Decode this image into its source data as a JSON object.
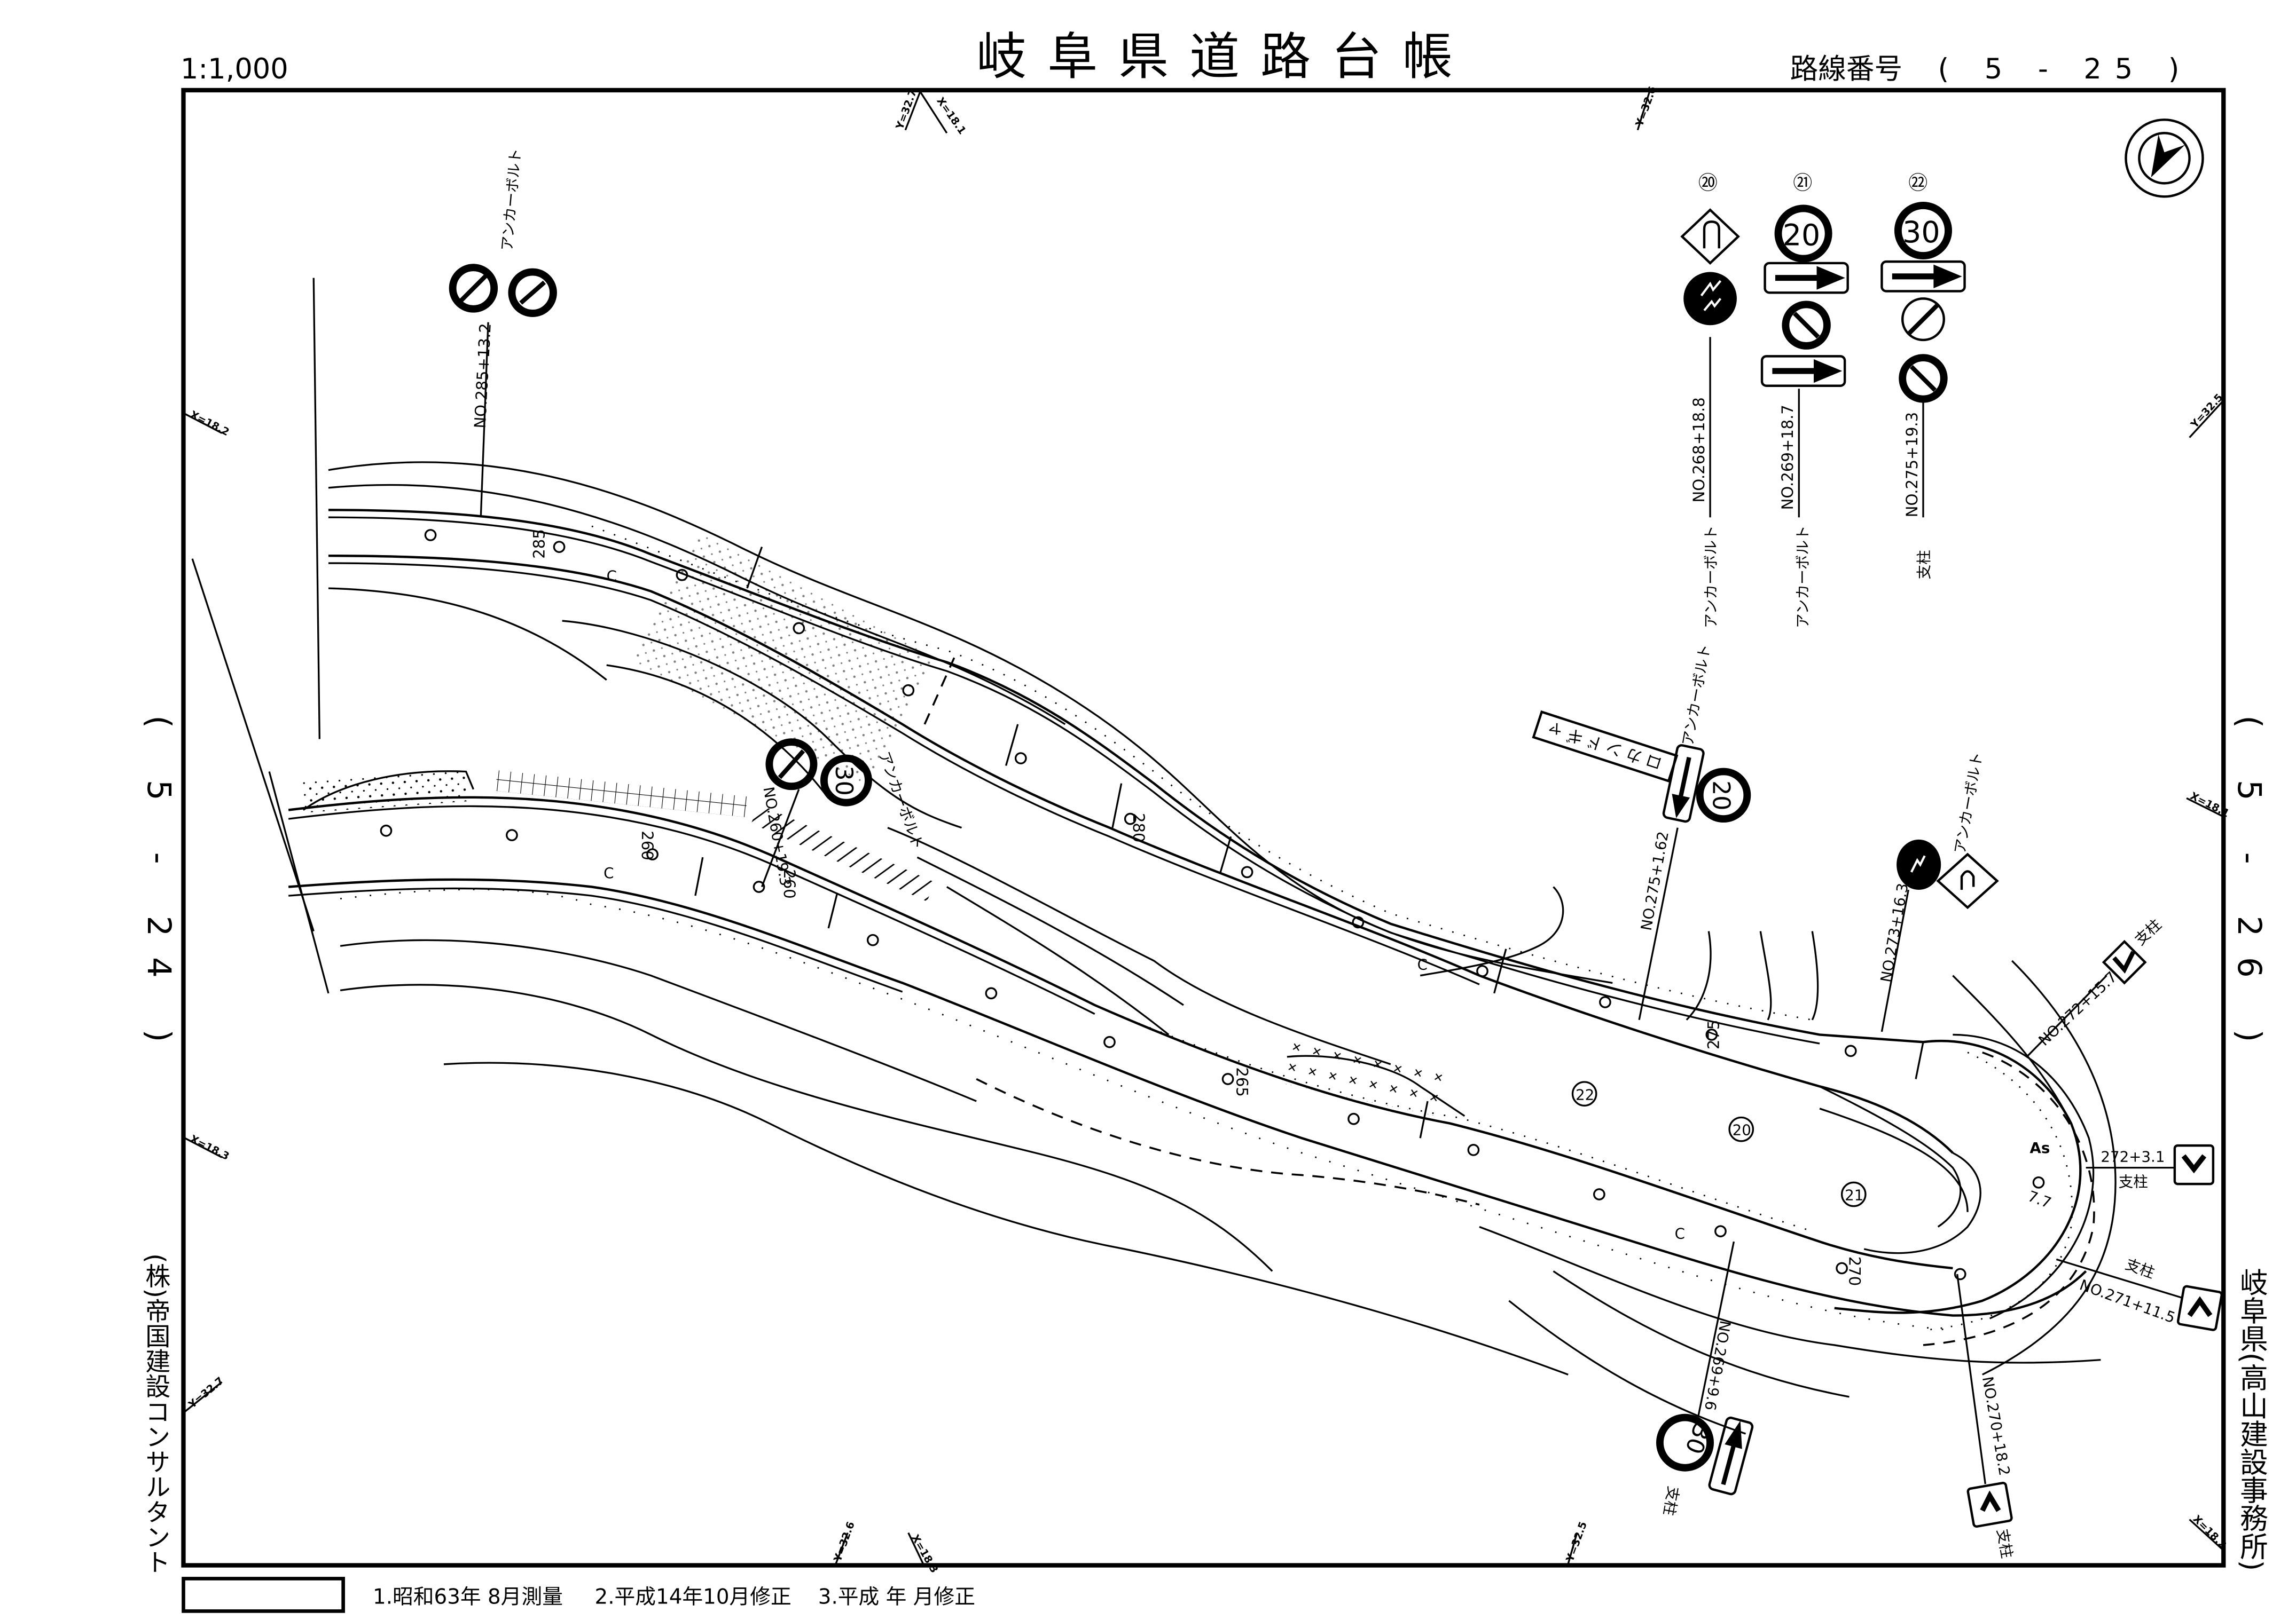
{
  "header": {
    "scale": "1:1,000",
    "title": "岐阜県道路台帳",
    "route_label": "路線番号",
    "route_number": "( 5 - 25 )"
  },
  "margins": {
    "left_adjacent": "( 5 - 24 )",
    "right_adjacent": "( 5 - 26 )",
    "left_company": "(株)帝国建設コンサルタント",
    "right_office": "岐阜県(高山建設事務所)"
  },
  "footer": {
    "revisions": [
      "1.昭和63年 8月測量",
      "2.平成14年10月修正",
      "3.平成 年 月修正"
    ]
  },
  "grid_markers": {
    "top": [
      "Y=32.7",
      "X=18.1",
      "Y=32.6"
    ],
    "left": [
      "X=18.2",
      "X=18.3",
      "Y=32.7"
    ],
    "right": [
      "Y=32.5",
      "X=18.1",
      "X=18.2"
    ],
    "bottom": [
      "Y=32.6",
      "X=18.3",
      "Y=32.5"
    ]
  },
  "legend_signs": [
    {
      "number": "⑳",
      "station": "NO.268+18.8",
      "mount": "アンカーボルト",
      "signs": [
        "u-turn-warning",
        "falling-rock-warning"
      ]
    },
    {
      "number": "㉑",
      "station": "NO.269+18.7",
      "mount": "アンカーボルト",
      "signs": [
        "speed-limit",
        "direction-plate",
        "no-overtaking",
        "direction-plate"
      ],
      "speed": "20"
    },
    {
      "number": "㉒",
      "station": "NO.275+19.3",
      "mount": "支柱",
      "signs": [
        "speed-limit",
        "direction-plate",
        "end-of-restriction",
        "no-overtaking"
      ],
      "speed": "30"
    }
  ],
  "map_signs": [
    {
      "station": "NO.285+13.2",
      "mount": "アンカーボルト",
      "kind": "end-of-restriction + no-overtaking"
    },
    {
      "station": "NO.260+19.3",
      "mount": "アンカーボルト",
      "kind": "end-of-restriction + speed 30",
      "speed": "30"
    },
    {
      "station": "NO.275+1.62",
      "mount": "アンカーボルト",
      "kind": "speed 20 + arrow",
      "speed": "20",
      "plate_text": "ロカンドギャ"
    },
    {
      "station": "NO.273+16.3",
      "mount": "アンカーボルト",
      "kind": "falling-rock + u-turn"
    },
    {
      "station": "NO.272+15.7",
      "mount": "支柱",
      "kind": "chevron"
    },
    {
      "station": "272+3.1",
      "mount": "支柱",
      "kind": "chevron"
    },
    {
      "station": "NO.271+11.5",
      "mount": "支柱",
      "kind": "chevron"
    },
    {
      "station": "NO.270+18.2",
      "mount": "支柱",
      "kind": "chevron"
    },
    {
      "station": "NO.269+9.6",
      "mount": "支柱",
      "kind": "speed 30 + arrow",
      "speed": "30"
    }
  ],
  "stations": [
    "285",
    "280",
    "275",
    "270",
    "265",
    "260",
    "260"
  ],
  "road_markers": [
    "22",
    "20",
    "21"
  ],
  "surface_label": "As",
  "width_label": "7.7",
  "curb_label": "C",
  "compass": "north-arrow"
}
